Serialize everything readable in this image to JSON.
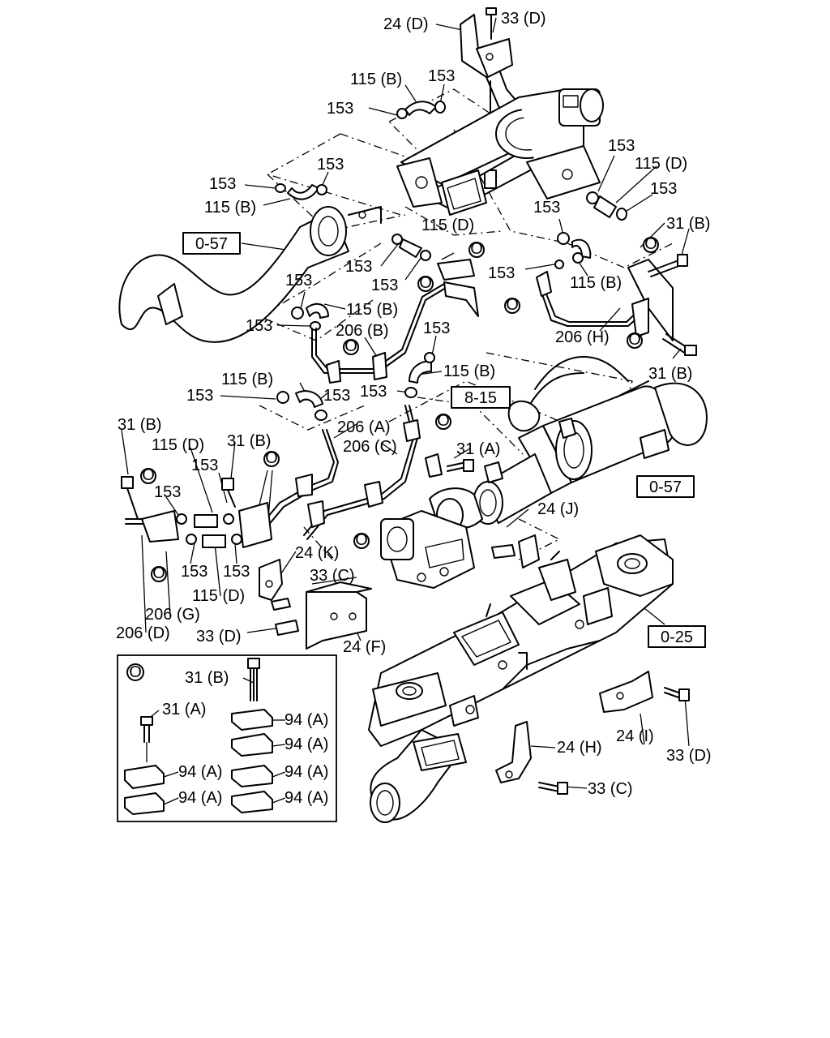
{
  "callouts": {
    "c01": "24 (D)",
    "c02": "33 (D)",
    "c03": "115 (B)",
    "c04": "153",
    "c05": "153",
    "c06": "153",
    "c07": "115 (D)",
    "c08": "153",
    "c09": "153",
    "c10": "153",
    "c11": "115 (B)",
    "c12": "115 (D)",
    "c13": "31 (B)",
    "c14": "153",
    "c15": "153",
    "c16": "153",
    "c17": "115 (B)",
    "c18": "153",
    "c19": "115 (B)",
    "c20": "153",
    "c21": "206 (B)",
    "c22": "206 (H)",
    "c23": "153",
    "c24": "31 (B)",
    "c25": "115 (B)",
    "c26": "153",
    "c27": "115 (B)",
    "c28": "153",
    "c29": "153",
    "c30": "206 (A)",
    "c31": "31 (B)",
    "c32": "115 (D)",
    "c33": "31 (B)",
    "c34": "206 (C)",
    "c35": "31 (A)",
    "c36": "153",
    "c37": "153",
    "c38": "24 (J)",
    "c39": "24 (K)",
    "c40": "153",
    "c41": "153",
    "c42": "33 (C)",
    "c43": "115 (D)",
    "c44": "206 (G)",
    "c45": "206 (D)",
    "c46": "33 (D)",
    "c47": "24 (F)",
    "c48": "31 (B)",
    "c49": "31 (A)",
    "c50": "94 (A)",
    "c51": "94 (A)",
    "c52": "94 (A)",
    "c53": "94 (A)",
    "c54": "94 (A)",
    "c55": "94 (A)",
    "c56": "24 (H)",
    "c57": "24 (I)",
    "c58": "33 (D)",
    "c59": "33 (C)"
  },
  "boxed_refs": {
    "ref1": "0-57",
    "ref2": "0-57",
    "ref3": "8-15",
    "ref4": "0-25"
  },
  "clip_marker": "O",
  "inset": {
    "marker": "O"
  }
}
